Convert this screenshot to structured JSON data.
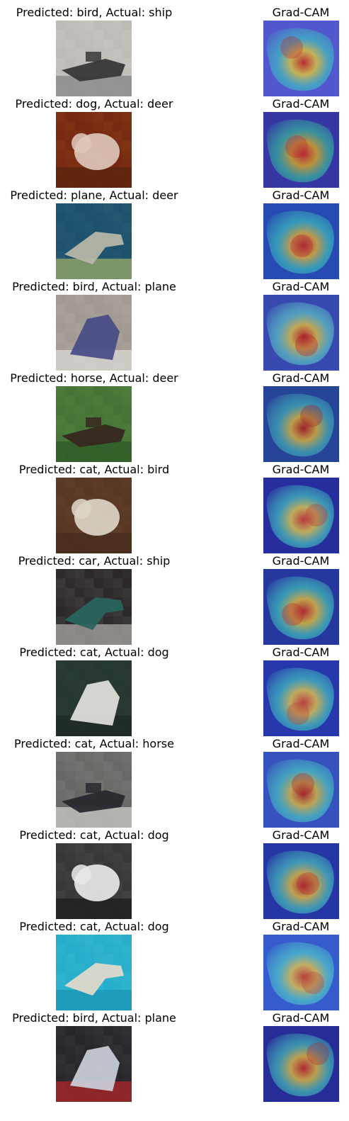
{
  "rows": [
    {
      "title": "Predicted: bird, Actual: ship",
      "cam_title": "Grad-CAM",
      "image_icon": "ship-photo",
      "photo": {
        "bg": "#c9c6c1",
        "mid": "#e7e3df",
        "subject": "#3c3b3c",
        "ground": "#8c8d8c"
      },
      "cam": {
        "bg": "#5a5fd6",
        "hot": "#d42a1f",
        "warm": "#f2d43a",
        "cool": "#45d7c7"
      }
    },
    {
      "title": "Predicted: dog, Actual: deer",
      "cam_title": "Grad-CAM",
      "image_icon": "deer-photo",
      "photo": {
        "bg": "#7b2d13",
        "mid": "#b0572a",
        "subject": "#e9d2c3",
        "ground": "#5e250f"
      },
      "cam": {
        "bg": "#3b3aa8",
        "hot": "#d02a2a",
        "warm": "#eab11e",
        "cool": "#3ed2a0"
      }
    },
    {
      "title": "Predicted: plane, Actual: deer",
      "cam_title": "Grad-CAM",
      "image_icon": "deer-photo",
      "photo": {
        "bg": "#1f5672",
        "mid": "#3d7388",
        "subject": "#c2c3b2",
        "ground": "#a3b56c"
      },
      "cam": {
        "bg": "#2b51b8",
        "hot": "#c52b25",
        "warm": "#f3b531",
        "cool": "#43d6c4"
      }
    },
    {
      "title": "Predicted: bird, Actual: plane",
      "cam_title": "Grad-CAM",
      "image_icon": "plane-photo",
      "photo": {
        "bg": "#a9a29a",
        "mid": "#ccc6be",
        "subject": "#4b4f8c",
        "ground": "#e9e6e1"
      },
      "cam": {
        "bg": "#3e4fb4",
        "hot": "#c4211d",
        "warm": "#f1c83c",
        "cool": "#6be0d1"
      }
    },
    {
      "title": "Predicted: horse, Actual: deer",
      "cam_title": "Grad-CAM",
      "image_icon": "deer-photo",
      "photo": {
        "bg": "#4a7b3a",
        "mid": "#6aa252",
        "subject": "#3a2a22",
        "ground": "#2f5f29"
      },
      "cam": {
        "bg": "#2a4a9a",
        "hot": "#b51d1b",
        "warm": "#ebbe34",
        "cool": "#4cc7c2"
      }
    },
    {
      "title": "Predicted: cat, Actual: bird",
      "cam_title": "Grad-CAM",
      "image_icon": "bird-photo",
      "photo": {
        "bg": "#5d3b28",
        "mid": "#7a5339",
        "subject": "#e8e1d1",
        "ground": "#4a2d1d"
      },
      "cam": {
        "bg": "#2a2f9f",
        "hot": "#cf3c2f",
        "warm": "#f0d44a",
        "cool": "#4fe1cc"
      }
    },
    {
      "title": "Predicted: car, Actual: ship",
      "cam_title": "Grad-CAM",
      "image_icon": "ship-photo",
      "photo": {
        "bg": "#2f2b2c",
        "mid": "#7e7875",
        "subject": "#2b6a63",
        "ground": "#b3b0ad"
      },
      "cam": {
        "bg": "#2a3aa2",
        "hot": "#c92a26",
        "warm": "#f3c936",
        "cool": "#4ae0c6"
      }
    },
    {
      "title": "Predicted: cat, Actual: dog",
      "cam_title": "Grad-CAM",
      "image_icon": "dog-photo",
      "photo": {
        "bg": "#2a3a34",
        "mid": "#3c4b45",
        "subject": "#f1efea",
        "ground": "#1f2b27"
      },
      "cam": {
        "bg": "#2b3cb0",
        "hot": "#d5452f",
        "warm": "#f2d04a",
        "cool": "#4ddfca"
      }
    },
    {
      "title": "Predicted: cat, Actual: horse",
      "cam_title": "Grad-CAM",
      "image_icon": "horse-photo",
      "photo": {
        "bg": "#6e6d6b",
        "mid": "#a9a7a5",
        "subject": "#2a2b31",
        "ground": "#d7d5d2"
      },
      "cam": {
        "bg": "#3c58c4",
        "hot": "#b9271f",
        "warm": "#ecc33b",
        "cool": "#52dfca"
      }
    },
    {
      "title": "Predicted: cat, Actual: dog",
      "cam_title": "Grad-CAM",
      "image_icon": "dog-photo",
      "photo": {
        "bg": "#3a3a3a",
        "mid": "#6b6b6b",
        "subject": "#f5f5f5",
        "ground": "#1f1f1f"
      },
      "cam": {
        "bg": "#2a3aa9",
        "hot": "#c42a22",
        "warm": "#f1c43b",
        "cool": "#52ddc6"
      }
    },
    {
      "title": "Predicted: cat, Actual: dog",
      "cam_title": "Grad-CAM",
      "image_icon": "dog-photo",
      "photo": {
        "bg": "#28b8d6",
        "mid": "#5bd0e5",
        "subject": "#efe6d6",
        "ground": "#1c9dbd"
      },
      "cam": {
        "bg": "#3b62d5",
        "hot": "#d2442d",
        "warm": "#f2cf4c",
        "cool": "#5be3d2"
      }
    },
    {
      "title": "Predicted: bird, Actual: plane",
      "cam_title": "Grad-CAM",
      "image_icon": "plane-photo",
      "photo": {
        "bg": "#2a2a2e",
        "mid": "#5a5a60",
        "subject": "#d7dbe5",
        "ground": "#b8282c"
      },
      "cam": {
        "bg": "#2b2f9a",
        "hot": "#c52a23",
        "warm": "#f0c43a",
        "cool": "#4fdcc4"
      }
    }
  ]
}
